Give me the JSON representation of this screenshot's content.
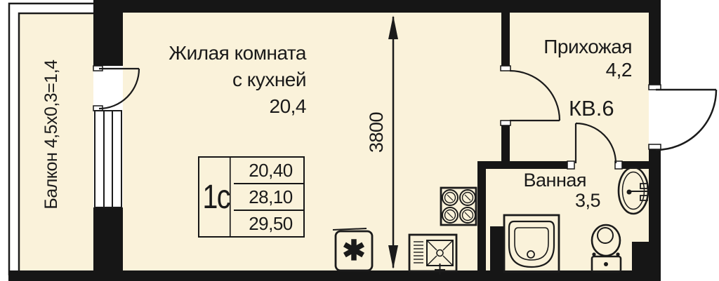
{
  "labels": {
    "living_room": {
      "line1": "Жилая комната",
      "line2": "с кухней",
      "area": "20,4"
    },
    "hallway": {
      "name": "Прихожая",
      "area": "4,2"
    },
    "bathroom": {
      "name": "Ванная",
      "area": "3,5"
    },
    "balcony": {
      "text": "Балкон 4,5х0,3=1,4"
    },
    "apartment_number": "КВ.6",
    "dimension": "3800"
  },
  "info_table": {
    "type": "1с",
    "rows": [
      "20,40",
      "28,10",
      "29,50"
    ]
  },
  "symbols": {
    "fridge": "✱"
  },
  "icons": {
    "fridge": "fridge-icon",
    "stove": "stove-burners-icon",
    "kitchen_sink": "kitchen-sink-icon",
    "bathtub": "bathtub-icon",
    "toilet": "toilet-icon",
    "wash_basin": "wash-basin-icon"
  },
  "colors": {
    "floor": "#faf2da",
    "wall": "#161616",
    "line": "#1b1b1b",
    "outside": "#ffffff"
  }
}
